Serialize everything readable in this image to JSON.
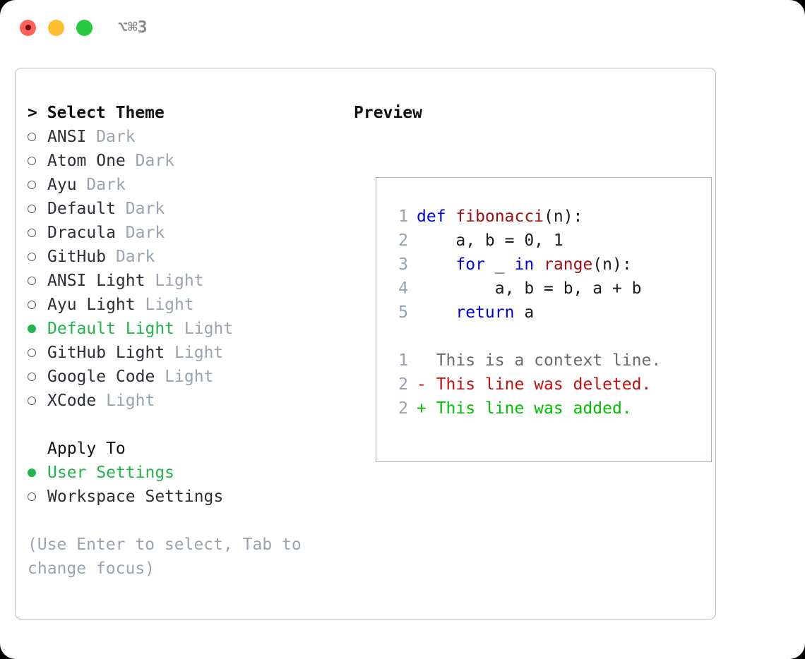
{
  "window": {
    "traffic_lights": [
      {
        "name": "close",
        "color": "#ff6159"
      },
      {
        "name": "minimize",
        "color": "#febd2f"
      },
      {
        "name": "maximize",
        "color": "#27c93f"
      }
    ],
    "shortcut": "⌥⌘3"
  },
  "theme_picker": {
    "heading": "> Select Theme",
    "items": [
      {
        "label": "ANSI",
        "variant": "Dark",
        "selected": false
      },
      {
        "label": "Atom One",
        "variant": "Dark",
        "selected": false
      },
      {
        "label": "Ayu",
        "variant": "Dark",
        "selected": false
      },
      {
        "label": "Default",
        "variant": "Dark",
        "selected": false
      },
      {
        "label": "Dracula",
        "variant": "Dark",
        "selected": false
      },
      {
        "label": "GitHub",
        "variant": "Dark",
        "selected": false
      },
      {
        "label": "ANSI Light",
        "variant": "Light",
        "selected": false
      },
      {
        "label": "Ayu Light",
        "variant": "Light",
        "selected": false
      },
      {
        "label": "Default Light",
        "variant": "Light",
        "selected": true
      },
      {
        "label": "GitHub Light",
        "variant": "Light",
        "selected": false
      },
      {
        "label": "Google Code",
        "variant": "Light",
        "selected": false
      },
      {
        "label": "XCode",
        "variant": "Light",
        "selected": false
      }
    ]
  },
  "apply_to": {
    "heading": "Apply To",
    "items": [
      {
        "label": "User Settings",
        "selected": true
      },
      {
        "label": "Workspace Settings",
        "selected": false
      }
    ]
  },
  "hint": "(Use Enter to select, Tab to change focus)",
  "preview": {
    "heading": "Preview",
    "code_lines": [
      {
        "no": "1",
        "segments": [
          {
            "t": "def ",
            "c": "kw"
          },
          {
            "t": "fibonacci",
            "c": "fn"
          },
          {
            "t": "(n):",
            "c": "pl"
          }
        ]
      },
      {
        "no": "2",
        "segments": [
          {
            "t": "    a, b = 0, 1",
            "c": "pl"
          }
        ]
      },
      {
        "no": "3",
        "segments": [
          {
            "t": "    ",
            "c": "pl"
          },
          {
            "t": "for",
            "c": "kw"
          },
          {
            "t": " _ ",
            "c": "pl"
          },
          {
            "t": "in",
            "c": "kw"
          },
          {
            "t": " ",
            "c": "pl"
          },
          {
            "t": "range",
            "c": "fn"
          },
          {
            "t": "(n):",
            "c": "pl"
          }
        ]
      },
      {
        "no": "4",
        "segments": [
          {
            "t": "        a, b = b, a + b",
            "c": "pl"
          }
        ]
      },
      {
        "no": "5",
        "segments": [
          {
            "t": "    ",
            "c": "pl"
          },
          {
            "t": "return",
            "c": "kw"
          },
          {
            "t": " a",
            "c": "pl"
          }
        ]
      }
    ],
    "diff_lines": [
      {
        "no": "1",
        "text": "  This is a context line.",
        "kind": "ctx"
      },
      {
        "no": "2",
        "text": "- This line was deleted.",
        "kind": "del"
      },
      {
        "no": "2",
        "text": "+ This line was added.",
        "kind": "add"
      }
    ]
  },
  "colors": {
    "selected_green": "#21b54b",
    "muted_gray": "#9aa3b0",
    "keyword_blue": "#0000e0",
    "function_red": "#a01010",
    "diff_deleted": "#c21010",
    "diff_added": "#00c000",
    "panel_border": "#b3bcc9"
  }
}
